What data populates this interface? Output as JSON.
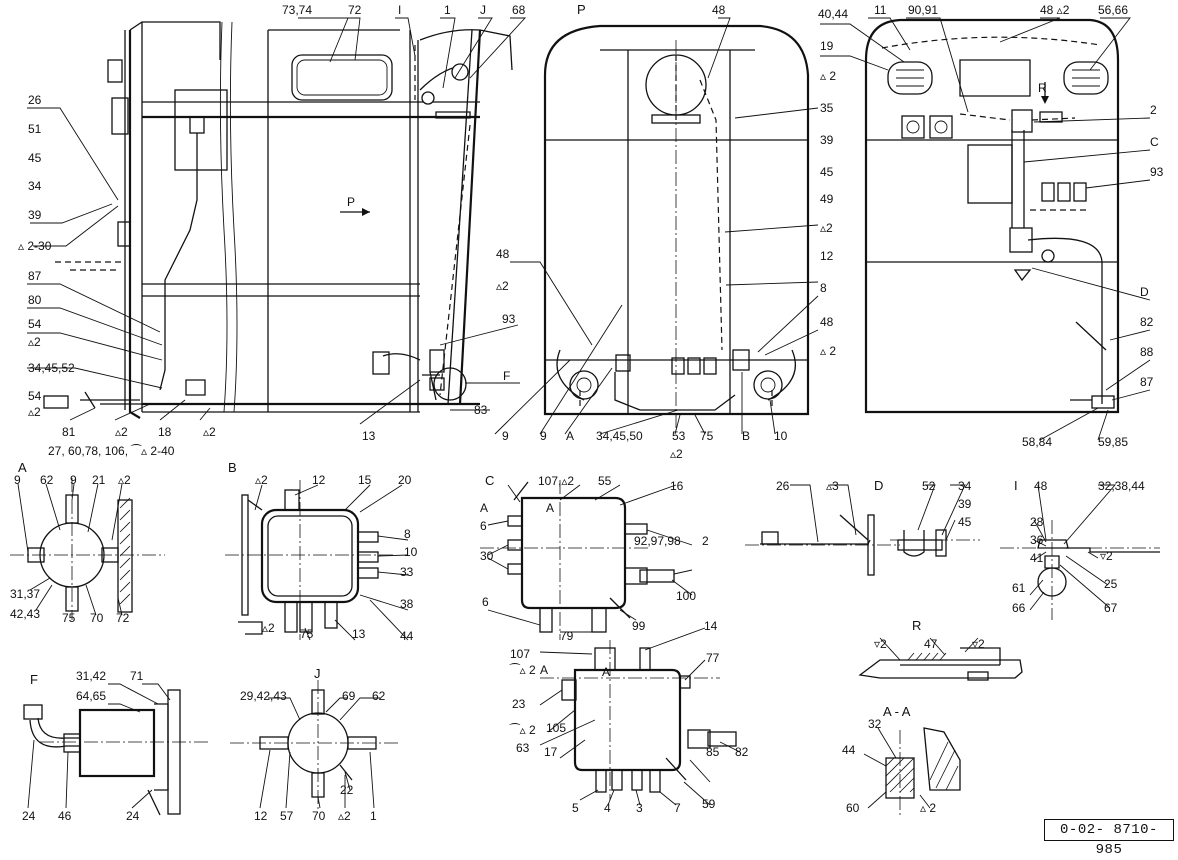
{
  "drawing_number": "0-02- 8710- 985",
  "view_titles": {
    "P": "P",
    "A": "A",
    "B": "B",
    "C": "C",
    "D": "D",
    "I": "I",
    "F": "F",
    "J": "J",
    "R": "R",
    "AA": "A - A",
    "Rarrow": "R"
  },
  "flow_arrow": "P",
  "labels": {
    "l_73_74": "73,74",
    "l_72": "72",
    "l_I_top": "I",
    "l_1_top": "1",
    "l_J_top": "J",
    "l_68": "68",
    "l_26": "26",
    "l_51": "51",
    "l_45a": "45",
    "l_34a": "34",
    "l_39a": "39",
    "l_d230": "▵ 2-30",
    "l_87a": "87",
    "l_80": "80",
    "l_54a": "54",
    "l_d2a": "▵2",
    "l_344552": "34,45,52",
    "l_54b": "54",
    "l_d2b": "▵2",
    "l_81": "81",
    "l_d2c": "▵2",
    "l_18": "18",
    "l_d2d": "▵2",
    "l_long": "27, 60,78, 106, ⁀▵ 2-40",
    "l_13a": "13",
    "l_83": "83",
    "l_F_side": "F",
    "l_93a": "93",
    "l_48a": "48",
    "l_35": "35",
    "l_39b": "39",
    "l_45b": "45",
    "l_49": "49",
    "l_d2e": "▵2",
    "l_48b": "48",
    "l_d2f": "▵2",
    "l_12a": "12",
    "l_8a": "8",
    "l_48c": "48",
    "l_d2g": "▵ 2",
    "l_9a": "9",
    "l_9b": "9",
    "l_A_mid": "A",
    "l_344550": "34,45,50",
    "l_53": "53",
    "l_75a": "75",
    "l_B_mid": "B",
    "l_10a": "10",
    "l_d2h": "▵2",
    "l_4044": "40,44",
    "l_11": "11",
    "l_9091": "90,91",
    "l_48d2": "48 ▵2",
    "l_5666": "56,66",
    "l_19": "19",
    "l_d2i": "▵ 2",
    "l_2a": "2",
    "l_C_side": "C",
    "l_93b": "93",
    "l_D_side": "D",
    "l_82a": "82",
    "l_88": "88",
    "l_87b": "87",
    "l_5884": "58,84",
    "l_5985": "59,85",
    "a_9": "9",
    "a_62": "62",
    "a_9b": "9",
    "a_21": "21",
    "a_d2": "▵2",
    "a_3137": "31,37",
    "a_4243": "42,43",
    "a_75": "75",
    "a_70": "70",
    "a_72": "72",
    "b_d2": "▵2",
    "b_12": "12",
    "b_15": "15",
    "b_20": "20",
    "b_8": "8",
    "b_10": "10",
    "b_33": "33",
    "b_38": "38",
    "b_44": "44",
    "b_13": "13",
    "b_75": "75",
    "b_d2b": "▵2",
    "c_107": "107,▵2",
    "c_55": "55",
    "c_16": "16",
    "c_A1": "A",
    "c_A2": "A",
    "c_6a": "6",
    "c_30": "30",
    "c_92": "92,97,98",
    "c_2": "2",
    "c_100": "100",
    "c_6b": "6",
    "c_79": "79",
    "c_99": "99",
    "c_14": "14",
    "c_77": "77",
    "c_107b": "107",
    "c_d2a": "⁀▵ 2",
    "c_A3": "A",
    "c_A4": "A",
    "c_23": "23",
    "c_d2b": "⁀▵ 2",
    "c_105": "105",
    "c_63": "63",
    "c_17": "17",
    "c_82": "82",
    "c_85": "85",
    "c_5": "5",
    "c_4": "4",
    "c_3": "3",
    "c_7": "7",
    "c_59": "59",
    "d_26": "26",
    "d_d3": "▵3",
    "d_52": "52",
    "d_34": "34",
    "d_39": "39",
    "d_45": "45",
    "i_48": "48",
    "i_323844": "32,38,44",
    "i_28": "28",
    "i_36": "36",
    "i_41": "41",
    "i_d2": "▿2",
    "i_25": "25",
    "i_61": "61",
    "i_66": "66",
    "i_67": "67",
    "r_d2a": "▿2",
    "r_47": "47",
    "r_d2b": "▿2",
    "aa_32": "32",
    "aa_44": "44",
    "aa_60": "60",
    "aa_d2": "▵ 2",
    "f_3142": "31,42",
    "f_71": "71",
    "f_6465": "64,65",
    "f_24a": "24",
    "f_46": "46",
    "f_24b": "24",
    "j_294243": "29,42,43",
    "j_69": "69",
    "j_62": "62",
    "j_22": "22",
    "j_12": "12",
    "j_57": "57",
    "j_70": "70",
    "j_d2": "▵2",
    "j_1": "1"
  }
}
